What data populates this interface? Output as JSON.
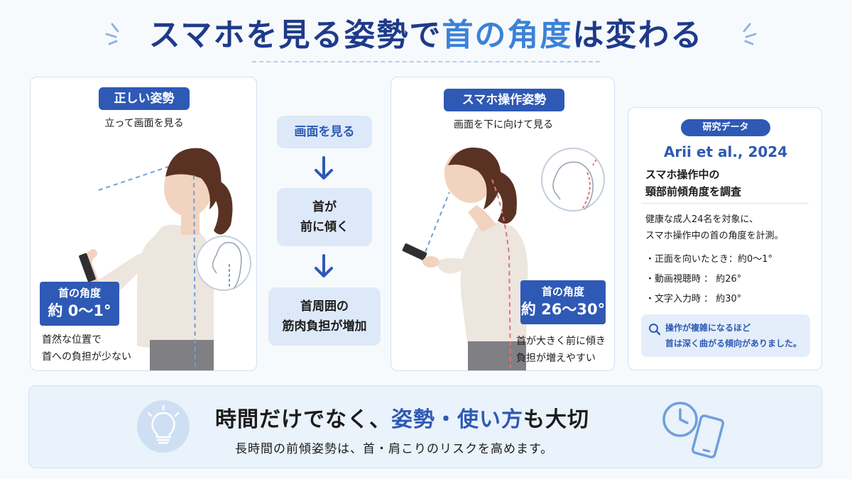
{
  "title": {
    "part1": "スマホを見る姿勢で",
    "part2": "首の角度",
    "part3": "は変わる"
  },
  "colors": {
    "navy": "#1f3a8a",
    "accent": "#2e59b5",
    "light_accent": "#3b82d8",
    "pale_blue": "#dde9f8",
    "red_dash": "#e57373"
  },
  "correct": {
    "label": "正しい姿勢",
    "subtitle": "立って画面を見る",
    "angle_label": "首の角度",
    "angle_value": "約 0〜1°",
    "note_line1": "首然な位置で",
    "note_line2": "首への負担が少ない"
  },
  "flow": {
    "step1": "画面を見る",
    "step2_line1": "首が",
    "step2_line2": "前に傾く",
    "step3_line1": "首周囲の",
    "step3_line2": "筋肉負担が増加"
  },
  "phone": {
    "label": "スマホ操作姿勢",
    "subtitle": "画面を下に向けて見る",
    "angle_label": "首の角度",
    "angle_value": "約 26〜30°",
    "note_line1": "首が大きく前に傾き",
    "note_line2": "負担が増えやすい"
  },
  "research": {
    "tag": "研究データ",
    "citation": "Arii et al., 2024",
    "heading_line1": "スマホ操作中の",
    "heading_line2": "頸部前傾角度を調査",
    "body_line1": "健康な成人24名を対象に、",
    "body_line2": "スマホ操作中の首の角度を計測。",
    "items": [
      "・正面を向いたとき：約0〜1°",
      "・動画視聴時 ： 約26°",
      "・文字入力時 ： 約30°"
    ],
    "note_line1": "操作が複雑になるほど",
    "note_line2": "首は深く曲がる傾向がありました。"
  },
  "banner": {
    "main_pre": "時間だけでなく、",
    "main_highlight": "姿勢・使い方",
    "main_post": "も大切",
    "sub": "長時間の前傾姿勢は、首・肩こりのリスクを高めます。"
  },
  "icons": {
    "spark_left": "sparkle-lines-icon",
    "spark_right": "sparkle-lines-icon",
    "arrow": "arrow-down-icon",
    "search": "magnifier-icon",
    "bulb": "lightbulb-icon",
    "clock": "clock-icon",
    "phone": "smartphone-icon"
  }
}
